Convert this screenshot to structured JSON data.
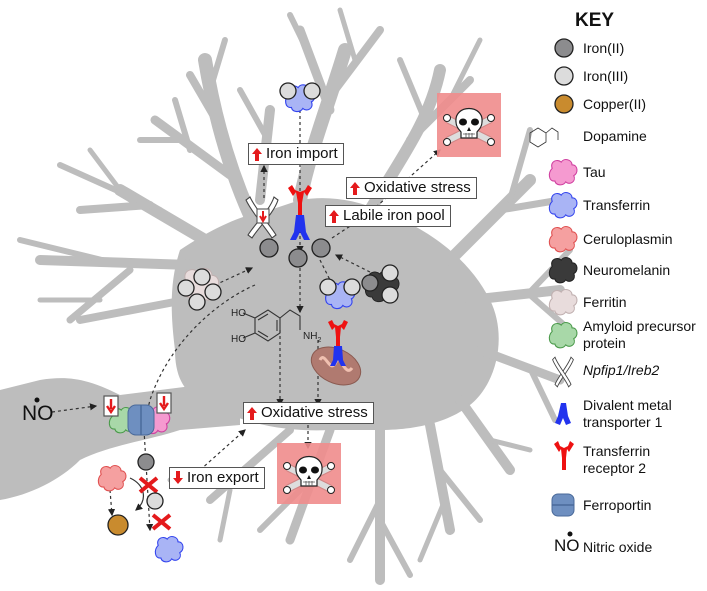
{
  "figure": {
    "title": "Iron dysregulation in dopaminergic neurons",
    "colors": {
      "neuron": "#bdbdbd",
      "iron_ii": "#8c8c8e",
      "iron_iii": "#dcdcdc",
      "copper_ii": "#c98b2e",
      "tau": "#f59ad0",
      "transferrin": "#a9b4f5",
      "ceruloplasmin": "#f5a0a0",
      "neuromelanin": "#3a3a3a",
      "ferritin": "#e8dcdc",
      "app": "#a8d8a8",
      "dmt1": "#2233ee",
      "tfr2": "#ee1111",
      "ferroportin": "#6e8fc0",
      "toxicity_box": "#f08c8c",
      "up_arrow": "#e41a1c",
      "block_x": "#e41a1c"
    }
  },
  "labels": {
    "iron_import": {
      "text": "Iron import",
      "direction": "up"
    },
    "oxidative_stress_top": {
      "text": "Oxidative stress",
      "direction": "up"
    },
    "labile_iron_pool": {
      "text": "Labile iron pool",
      "direction": "up"
    },
    "oxidative_stress_mid": {
      "text": "Oxidative stress",
      "direction": "up"
    },
    "iron_export": {
      "text": "Iron export",
      "direction": "down"
    }
  },
  "molecules": {
    "no_text": "NO",
    "dopamine": {
      "ho1": "HO",
      "ho2": "HO",
      "nh2": "NH",
      "nh2_sub": "2"
    }
  },
  "key": {
    "title": "KEY",
    "items": [
      {
        "icon": "iron-ii-icon",
        "label": "Iron(II)"
      },
      {
        "icon": "iron-iii-icon",
        "label": "Iron(III)"
      },
      {
        "icon": "copper-ii-icon",
        "label": "Copper(II)"
      },
      {
        "icon": "dopamine-icon",
        "label": "Dopamine"
      },
      {
        "icon": "tau-icon",
        "label": "Tau"
      },
      {
        "icon": "transferrin-icon",
        "label": "Transferrin"
      },
      {
        "icon": "ceruloplasmin-icon",
        "label": "Ceruloplasmin"
      },
      {
        "icon": "neuromelanin-icon",
        "label": "Neuromelanin"
      },
      {
        "icon": "ferritin-icon",
        "label": "Ferritin"
      },
      {
        "icon": "amyloid-precursor-protein-icon",
        "label_line1": "Amyloid precursor",
        "label_line2": "protein"
      },
      {
        "icon": "dna-helix-icon",
        "label": "Npfip1/Ireb2"
      },
      {
        "icon": "dmt1-icon",
        "label_line1": "Divalent metal",
        "label_line2": "transporter 1"
      },
      {
        "icon": "tfr2-icon",
        "label_line1": "Transferrin",
        "label_line2": "receptor 2"
      },
      {
        "icon": "ferroportin-icon",
        "label": "Ferroportin"
      },
      {
        "icon": "nitric-oxide-icon",
        "symbol": "NO",
        "label": "Nitric oxide"
      }
    ]
  }
}
